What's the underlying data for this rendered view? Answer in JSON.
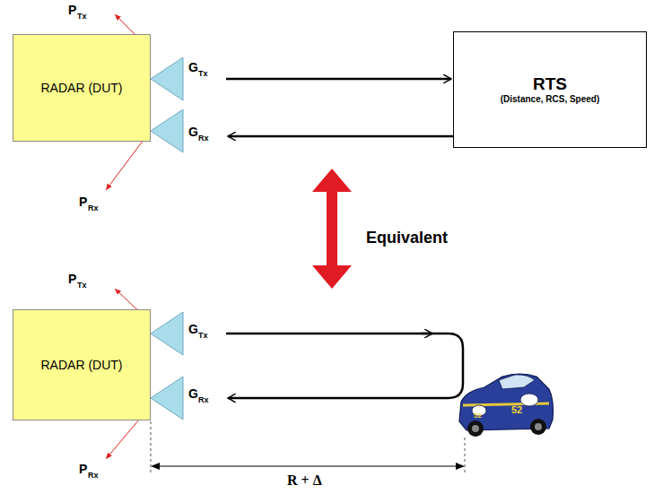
{
  "diagram": {
    "nodes": [
      {
        "text": [
          "RADAR (DUT)"
        ]
      },
      {
        "text": [
          "RTS",
          "(Distance, RCS, Speed)"
        ]
      },
      {
        "text": [
          "RADAR (DUT)"
        ]
      }
    ],
    "edges": [
      {
        "from": 0,
        "to": 1,
        "arrow": "to"
      },
      {
        "from": 1,
        "to": 0,
        "arrow": "to"
      }
    ],
    "labels": [
      "P",
      "Tx",
      "G",
      "Tx",
      "G",
      "Rx",
      "P",
      "Rx",
      "Equivalent",
      "P",
      "Tx",
      "G",
      "Tx",
      "G",
      "Rx",
      "P",
      "Rx",
      "52",
      "52",
      "R + Δ"
    ]
  }
}
